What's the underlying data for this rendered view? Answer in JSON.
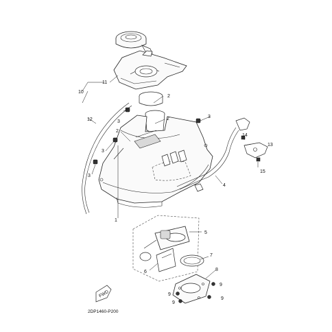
{
  "diagram": {
    "callouts": [
      {
        "id": "c1",
        "text": "1"
      },
      {
        "id": "c2a",
        "text": "2"
      },
      {
        "id": "c2b",
        "text": "2"
      },
      {
        "id": "c2c",
        "text": "2"
      },
      {
        "id": "c3a",
        "text": "3"
      },
      {
        "id": "c3b",
        "text": "3"
      },
      {
        "id": "c3c",
        "text": "3"
      },
      {
        "id": "c3d",
        "text": "3"
      },
      {
        "id": "c4",
        "text": "4"
      },
      {
        "id": "c5",
        "text": "5"
      },
      {
        "id": "c6",
        "text": "6"
      },
      {
        "id": "c7",
        "text": "7"
      },
      {
        "id": "c8",
        "text": "8"
      },
      {
        "id": "c9a",
        "text": "9"
      },
      {
        "id": "c9b",
        "text": "9"
      },
      {
        "id": "c9c",
        "text": "9"
      },
      {
        "id": "c9d",
        "text": "9"
      },
      {
        "id": "c10",
        "text": "10"
      },
      {
        "id": "c11",
        "text": "11"
      },
      {
        "id": "c12",
        "text": "12"
      },
      {
        "id": "c13",
        "text": "13"
      },
      {
        "id": "c14",
        "text": "14"
      },
      {
        "id": "c15",
        "text": "15"
      }
    ],
    "fwd_label": "FWD",
    "diagram_code": "2DP1460-P200"
  }
}
